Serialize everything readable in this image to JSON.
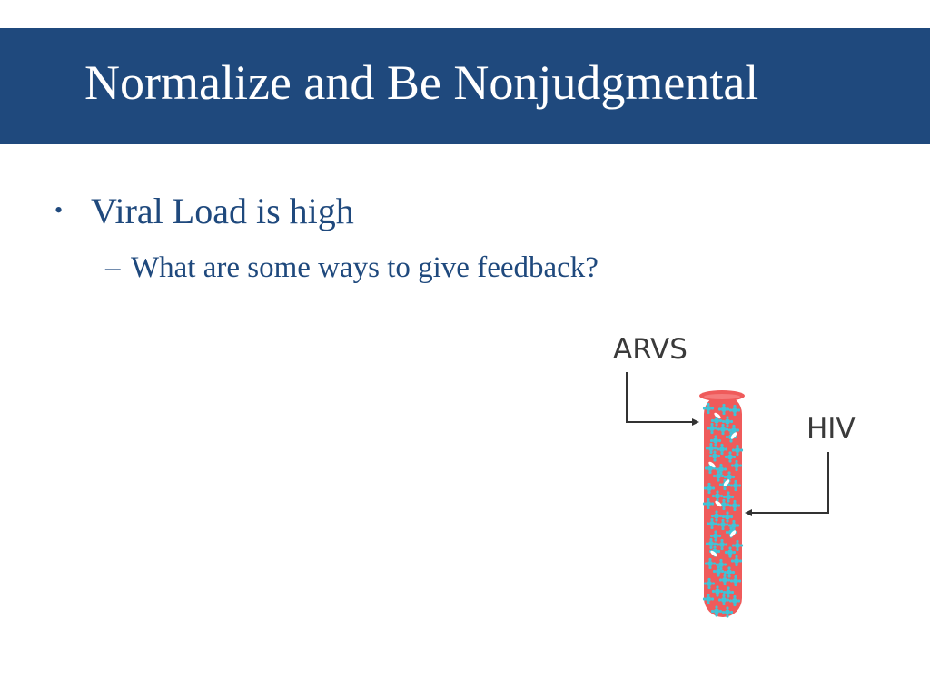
{
  "slide": {
    "title": "Normalize and Be Nonjudgmental",
    "bullet": {
      "marker": "•",
      "text": "Viral Load is high"
    },
    "sub_bullet": {
      "marker": "–",
      "text": "What are some ways to give feedback?"
    }
  },
  "diagram": {
    "labels": {
      "arvs": "ARVS",
      "hiv": "HIV"
    },
    "colors": {
      "tube": "#ef5b5b",
      "virus": "#3fc4d8",
      "arv": "#ffffff",
      "arrow": "#333333"
    }
  },
  "colors": {
    "title_bar": "#1f497d",
    "title_text": "#ffffff",
    "body_text": "#1f497d"
  }
}
